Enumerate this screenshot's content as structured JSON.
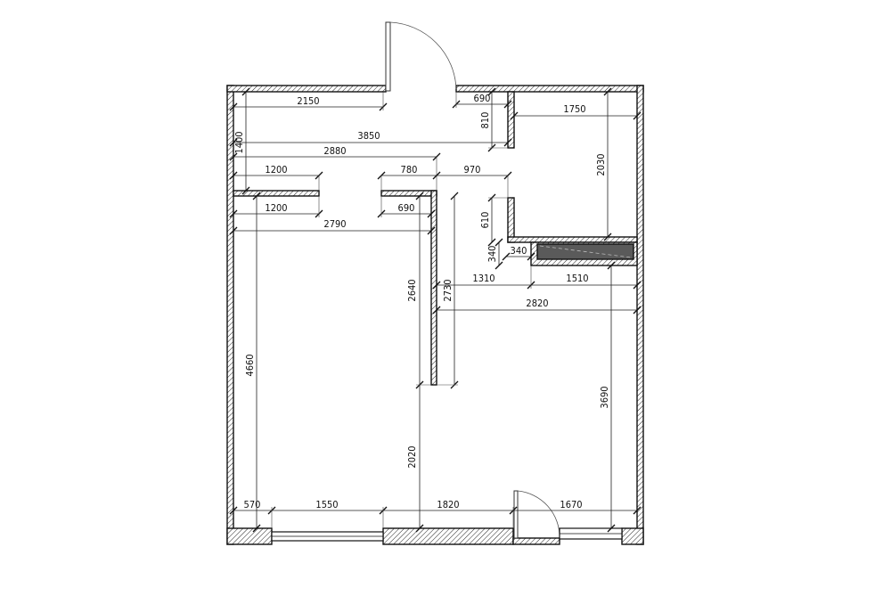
{
  "dimensions": {
    "d2150": "2150",
    "d690a": "690",
    "d810": "810",
    "d1750": "1750",
    "d1400": "1400",
    "d3850": "3850",
    "d2880": "2880",
    "d1200a": "1200",
    "d780": "780",
    "d970": "970",
    "d2030": "2030",
    "d1200b": "1200",
    "d690b": "690",
    "d610": "610",
    "d2790": "2790",
    "d340a": "340",
    "d340b": "340",
    "d1310": "1310",
    "d1510": "1510",
    "d2640": "2640",
    "d2730": "2730",
    "d2820": "2820",
    "d4660": "4660",
    "d3690": "3690",
    "d2020": "2020",
    "d570": "570",
    "d1550": "1550",
    "d1820": "1820",
    "d1670": "1670"
  }
}
